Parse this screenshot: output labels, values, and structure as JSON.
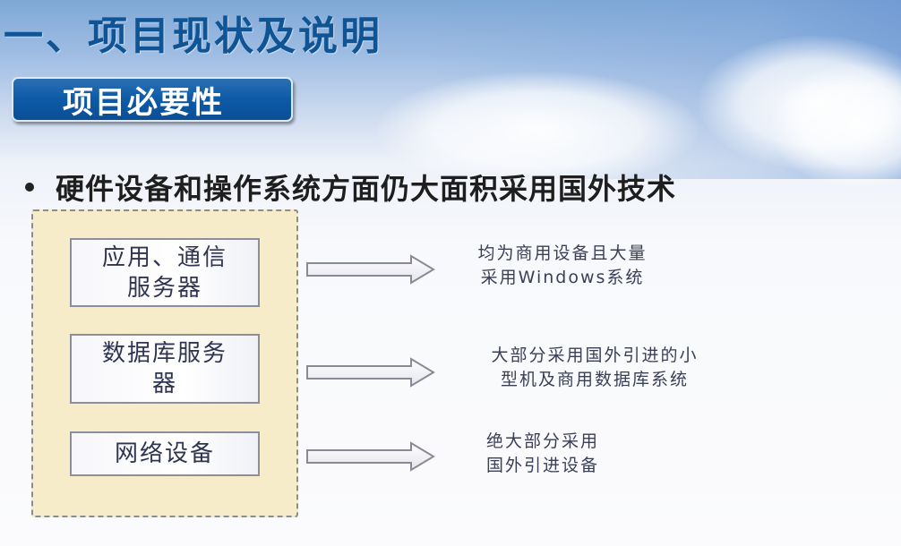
{
  "slide": {
    "title": "一、项目现状及说明",
    "section_tag": "项目必要性",
    "bullet": "硬件设备和操作系统方面仍大面积采用国外技术"
  },
  "diagram": {
    "items": [
      {
        "label_line1": "应用、通信",
        "label_line2": "服务器",
        "description_line1": "均为商用设备且大量",
        "description_line2": "采用Windows系统"
      },
      {
        "label_line1": "数据库服务",
        "label_line2": "器",
        "description_line1": "大部分采用国外引进的小",
        "description_line2": "型机及商用数据库系统"
      },
      {
        "label_line1": "网络设备",
        "label_line2": "",
        "description_line1": "绝大部分采用",
        "description_line2": "国外引进设备"
      }
    ],
    "icons": {
      "arrow": "right-arrow-icon",
      "bullet": "bullet-dot-icon"
    }
  },
  "colors": {
    "title": "#0f5596",
    "section_tag_bg": "#0d5aa7",
    "group_bg": "#f7ecc9",
    "item_text": "#2f3550",
    "description_text": "#3b3f55"
  }
}
